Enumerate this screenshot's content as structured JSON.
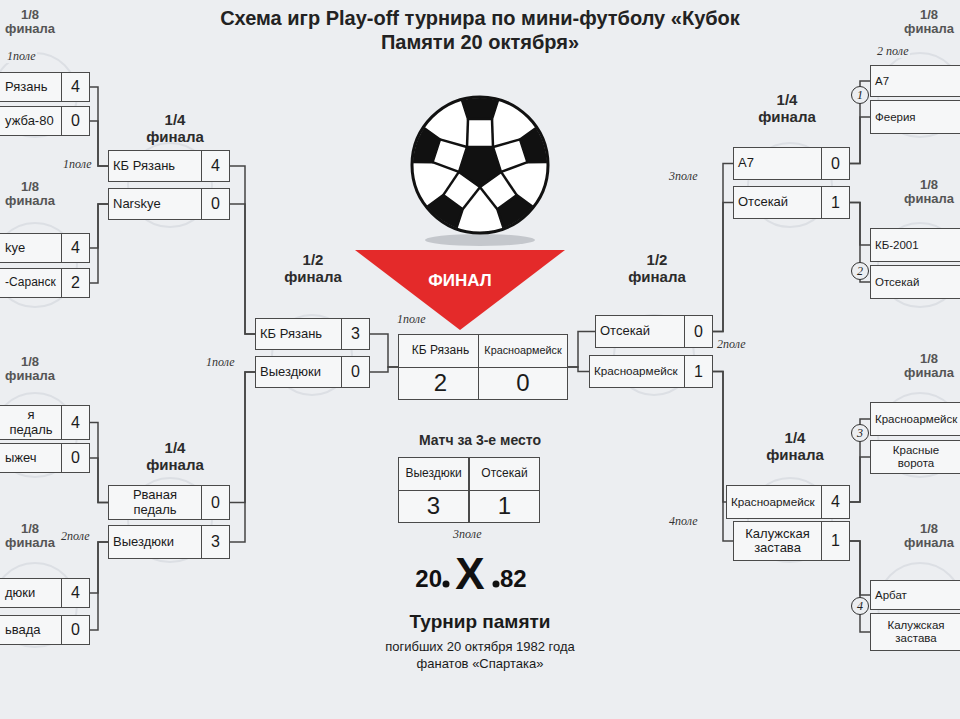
{
  "diagram": {
    "title": "Схема игр Play-off турнира по мини-футболу «Кубок Памяти 20 октября»",
    "nodes": [
      {
        "text": [
          "Рязань",
          "4"
        ]
      },
      {
        "text": [
          "ужба-80",
          "0"
        ]
      },
      {
        "text": [
          "kye",
          "4"
        ]
      },
      {
        "text": [
          "-Саранск",
          "2"
        ]
      },
      {
        "text": [
          "я педаль",
          "4"
        ]
      },
      {
        "text": [
          "ыжеч",
          "0"
        ]
      },
      {
        "text": [
          "дюки",
          "4"
        ]
      },
      {
        "text": [
          "ьвада",
          "0"
        ]
      },
      {
        "text": [
          "КБ Рязань",
          "4"
        ]
      },
      {
        "text": [
          "Narskye",
          "0"
        ]
      },
      {
        "text": [
          "Рваная педаль",
          "0"
        ]
      },
      {
        "text": [
          "Выездюки",
          "3"
        ]
      },
      {
        "text": [
          "КБ Рязань",
          "3"
        ]
      },
      {
        "text": [
          "Выездюки",
          "0"
        ]
      },
      {
        "text": [
          "ФИНАЛ"
        ]
      },
      {
        "text": [
          "КБ Рязань",
          "2"
        ]
      },
      {
        "text": [
          "Красноармейск",
          "0"
        ]
      },
      {
        "text": [
          "Выездюки",
          "3"
        ]
      },
      {
        "text": [
          "Отсекай",
          "1"
        ]
      },
      {
        "text": [
          "Отсекай",
          "0"
        ]
      },
      {
        "text": [
          "Красноармейск",
          "1"
        ]
      },
      {
        "text": [
          "А7",
          "0"
        ]
      },
      {
        "text": [
          "Отсекай",
          "1"
        ]
      },
      {
        "text": [
          "Красноармейск",
          "4"
        ]
      },
      {
        "text": [
          "Калужская застава",
          "1"
        ]
      },
      {
        "text": [
          "А7"
        ]
      },
      {
        "text": [
          "Феерия"
        ]
      },
      {
        "text": [
          "КБ-2001"
        ]
      },
      {
        "text": [
          "Отсекай"
        ]
      },
      {
        "text": [
          "Красноармейск"
        ]
      },
      {
        "text": [
          "Красные ворота"
        ]
      },
      {
        "text": [
          "Арбат"
        ]
      },
      {
        "text": [
          "Калужская застава"
        ]
      }
    ],
    "edges": [
      {
        "from": 0,
        "to": 8,
        "arrow": "none"
      },
      {
        "from": 1,
        "to": 8,
        "arrow": "none"
      },
      {
        "from": 2,
        "to": 9,
        "arrow": "none"
      },
      {
        "from": 3,
        "to": 9,
        "arrow": "none"
      },
      {
        "from": 4,
        "to": 10,
        "arrow": "none"
      },
      {
        "from": 5,
        "to": 10,
        "arrow": "none"
      },
      {
        "from": 6,
        "to": 11,
        "arrow": "none"
      },
      {
        "from": 7,
        "to": 11,
        "arrow": "none"
      },
      {
        "from": 8,
        "to": 12,
        "arrow": "none"
      },
      {
        "from": 9,
        "to": 12,
        "arrow": "none"
      },
      {
        "from": 10,
        "to": 13,
        "arrow": "none"
      },
      {
        "from": 11,
        "to": 13,
        "arrow": "none"
      },
      {
        "from": 12,
        "to": 15,
        "arrow": "none"
      },
      {
        "from": 13,
        "to": 15,
        "arrow": "none"
      },
      {
        "from": 19,
        "to": 16,
        "arrow": "none"
      },
      {
        "from": 20,
        "to": 16,
        "arrow": "none"
      },
      {
        "from": 21,
        "to": 19,
        "arrow": "none"
      },
      {
        "from": 22,
        "to": 19,
        "arrow": "none"
      },
      {
        "from": 23,
        "to": 20,
        "arrow": "none"
      },
      {
        "from": 24,
        "to": 20,
        "arrow": "none"
      },
      {
        "from": 25,
        "to": 21,
        "arrow": "none"
      },
      {
        "from": 26,
        "to": 21,
        "arrow": "none"
      },
      {
        "from": 27,
        "to": 22,
        "arrow": "none"
      },
      {
        "from": 28,
        "to": 22,
        "arrow": "none"
      },
      {
        "from": 29,
        "to": 23,
        "arrow": "none"
      },
      {
        "from": 30,
        "to": 23,
        "arrow": "none"
      },
      {
        "from": 31,
        "to": 24,
        "arrow": "none"
      },
      {
        "from": 32,
        "to": 24,
        "arrow": "none"
      }
    ],
    "labels": [
      "1/8 финала",
      "1поле",
      "1/8 финала",
      "1/8 финала",
      "1/8 финала",
      "2поле",
      "1/4 финала",
      "1поле",
      "1/4 финала",
      "1/2 финала",
      "1поле",
      "1поле",
      "1/2 финала",
      "2поле",
      "Матч за 3-е место",
      "3поле",
      "20",
      "X",
      "82",
      "Турнир памяти",
      "погибших 20 октября 1982 года",
      "фанатов «Спартака»",
      "1/8 финала",
      "2 поле",
      "1",
      "1/4 финала",
      "3поле",
      "1/8 финала",
      "2",
      "1/8 финала",
      "3",
      "1/4 финала",
      "4поле",
      "1/8 финала",
      "4"
    ]
  }
}
